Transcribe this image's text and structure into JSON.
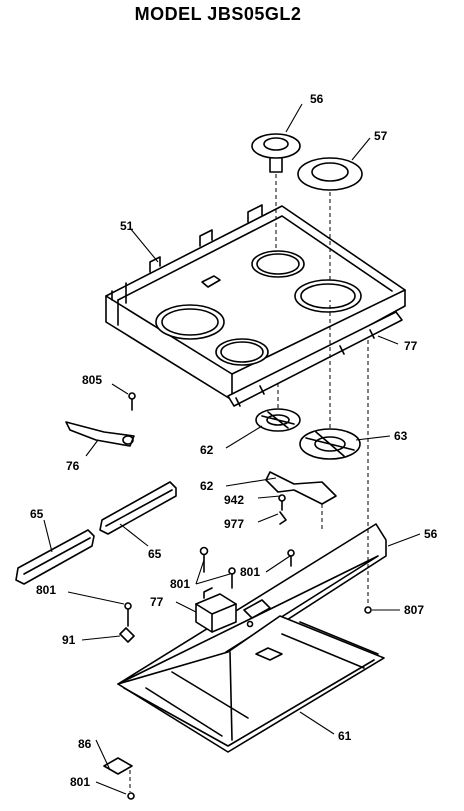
{
  "title": "MODEL JBS05GL2",
  "callouts": {
    "c56_top": "56",
    "c57": "57",
    "c51": "51",
    "c77_right": "77",
    "c805": "805",
    "c76": "76",
    "c62a": "62",
    "c63": "63",
    "c62b": "62",
    "c942": "942",
    "c977": "977",
    "c65_left": "65",
    "c65_right": "65",
    "c56_right": "56",
    "c801_a": "801",
    "c801_b": "801",
    "c801_c": "801",
    "c77_mid": "77",
    "c807": "807",
    "c91": "91",
    "c86": "86",
    "c61": "61",
    "c801_bottom": "801"
  }
}
